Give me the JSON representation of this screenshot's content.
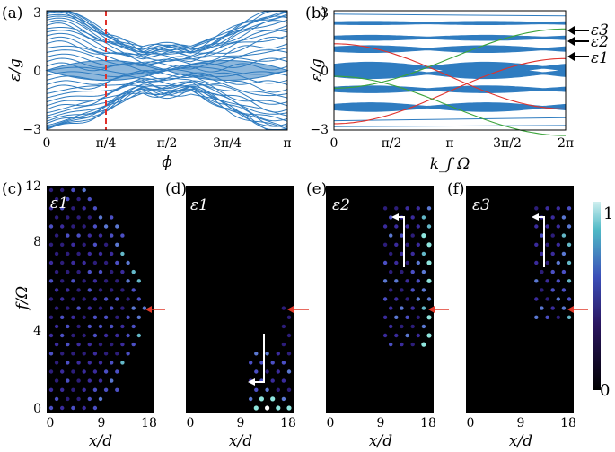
{
  "colors": {
    "band": "#2f7cc0",
    "red_curve": "#e0312b",
    "green_curve": "#3aa33a",
    "marker": "#e03a2b",
    "heat_bg": "#000000",
    "heat_mid": "#3a1f8a",
    "heat_hi": "#7fe0d0"
  },
  "panels": {
    "a": {
      "label": "(a)",
      "xlabel": "ϕ",
      "ylabel": "ε/g",
      "xticks": [
        "0",
        "π/4",
        "π/2",
        "3π/4",
        "π"
      ],
      "yticks": [
        "3",
        "0",
        "−3"
      ]
    },
    "b": {
      "label": "(b)",
      "xlabel": "k_f Ω",
      "ylabel": "ε/g",
      "xticks": [
        "0",
        "π/2",
        "π",
        "3π/2",
        "2π"
      ],
      "yticks": [
        "3",
        "0",
        "−3"
      ],
      "annotations": [
        "ε3",
        "ε2",
        "ε1"
      ]
    },
    "c": {
      "label": "(c)",
      "inset": "ε1",
      "xlabel": "x/d",
      "ylabel": "f/Ω",
      "xticks": [
        "0",
        "9",
        "18"
      ],
      "yticks": [
        "12",
        "8",
        "4",
        "0"
      ]
    },
    "d": {
      "label": "(d)",
      "inset": "ε1",
      "xlabel": "x/d",
      "xticks": [
        "0",
        "9",
        "18"
      ]
    },
    "e": {
      "label": "(e)",
      "inset": "ε2",
      "xlabel": "x/d",
      "xticks": [
        "0",
        "9",
        "18"
      ]
    },
    "f": {
      "label": "(f)",
      "inset": "ε3",
      "xlabel": "x/d",
      "xticks": [
        "0",
        "9",
        "18"
      ]
    }
  },
  "colorbar": {
    "max": "1",
    "min": "0"
  }
}
